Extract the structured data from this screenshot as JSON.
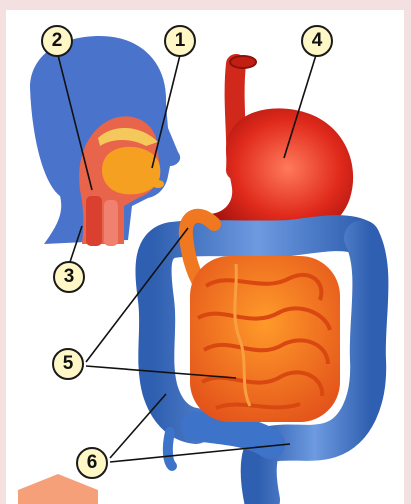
{
  "markers": {
    "m1": "1",
    "m2": "2",
    "m3": "3",
    "m4": "4",
    "m5": "5",
    "m6": "6"
  },
  "colors": {
    "page_background": "#f4dfe1",
    "head": "#4a74cc",
    "mouth_and_pharynx": "#e8644a",
    "tongue_and_palate": "#f5a020",
    "stomach": "#e02a1c",
    "small_intestine": "#ef6418",
    "large_intestine": "#3d73c8",
    "marker_fill": "#fff7c6"
  }
}
